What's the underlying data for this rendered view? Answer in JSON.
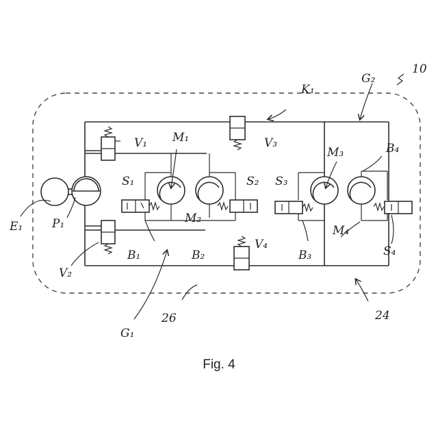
{
  "caption": "Fig. 4",
  "colors": {
    "ink": "#2b2b2b",
    "background": "#ffffff"
  },
  "labels": {
    "ref_10": "10",
    "K1": "K₁",
    "G2": "G₂",
    "V1": "V₁",
    "V2": "V₂",
    "V3": "V₃",
    "V4": "V₄",
    "M1": "M₁",
    "M2": "M₂",
    "M3": "M₃",
    "M4": "M₄",
    "S1": "S₁",
    "S2": "S₂",
    "S3": "S₃",
    "S4": "S₄",
    "B1": "B₁",
    "B2": "B₂",
    "B3": "B₃",
    "B4": "B₄",
    "E1": "E₁",
    "P1": "P₁",
    "G1": "G₁",
    "ref_26": "26",
    "ref_24": "24"
  },
  "components": {
    "engine": "engine-circle",
    "pump": "pump-circle",
    "motors": [
      "M1",
      "M2",
      "M3",
      "M4"
    ],
    "valves_switching": [
      "S1",
      "S2",
      "S3",
      "S4"
    ],
    "valves_pressure": [
      "V1",
      "V2",
      "V3",
      "V4"
    ]
  }
}
